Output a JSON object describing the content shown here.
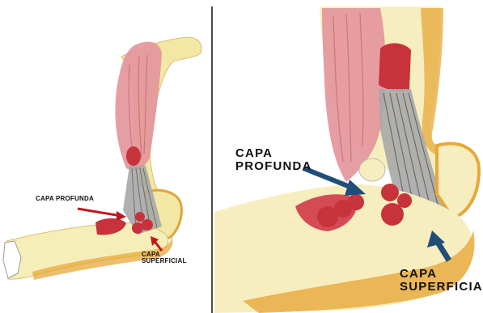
{
  "left_panel": {
    "label_deep": "CAPA PROFUNDA",
    "label_superficial_line1": "CAPA",
    "label_superficial_line2": "SUPERFICIAL",
    "arrow_color": "#c0161c"
  },
  "right_panel": {
    "label_deep_line1": "CAPA",
    "label_deep_line2": "PROFUNDA",
    "label_superficial_line1": "CAPA",
    "label_superficial_line2": "SUPERFICIAL",
    "arrow_color": "#1f4e79"
  },
  "colors": {
    "muscle": "#d9828c",
    "muscle_bundle": "#c8323c",
    "bone": "#f3e7a6",
    "bone_shadow": "#e7a83a",
    "tendon": "#9a9a9a",
    "divider": "#111111"
  }
}
